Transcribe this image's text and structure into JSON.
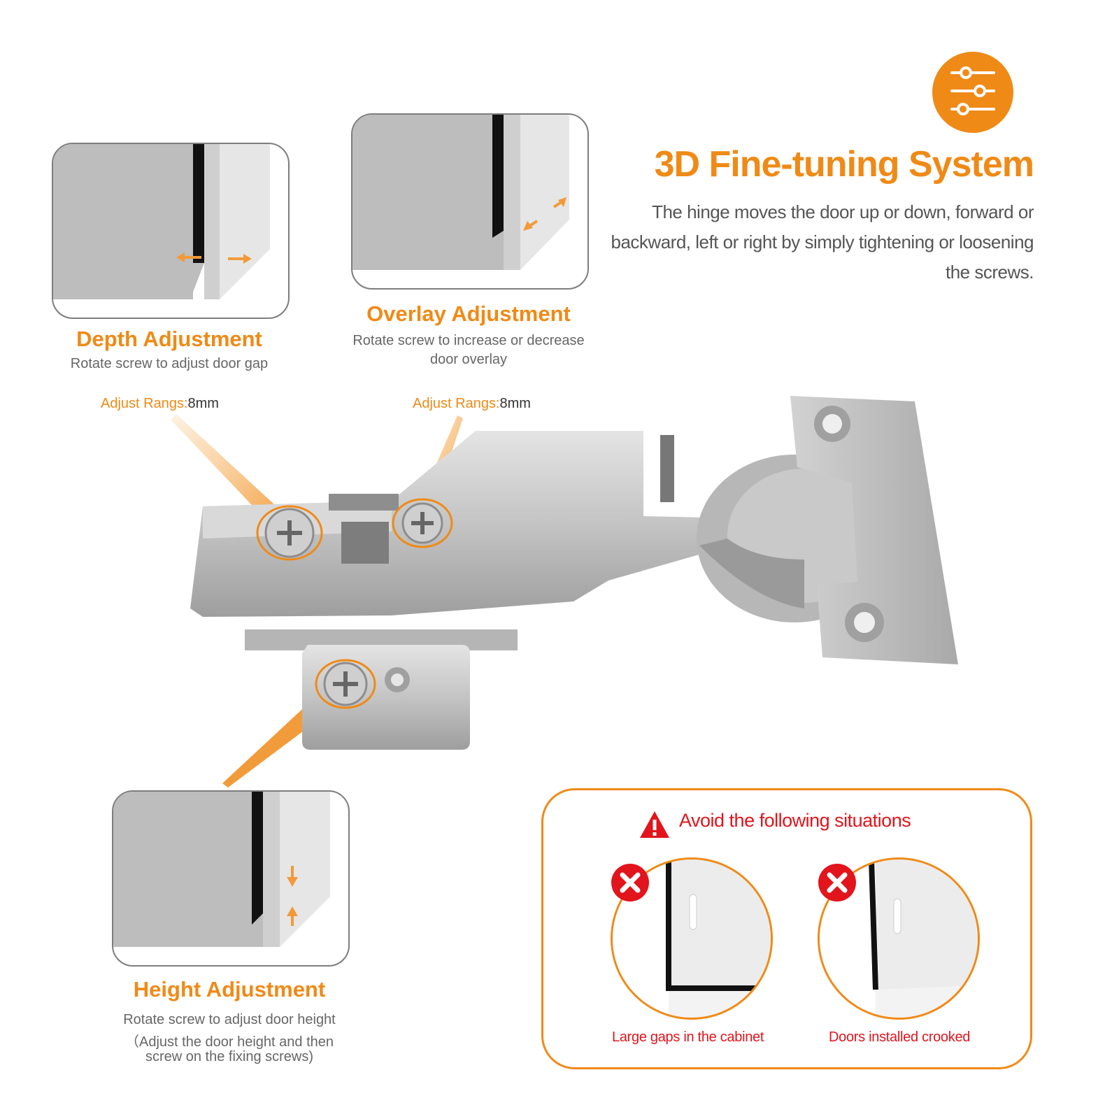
{
  "header": {
    "icon": "sliders-icon",
    "title": "3D Fine-tuning System",
    "description": "The hinge moves the door up or down, forward or backward, left or right by simply tightening or loosening the screws."
  },
  "depth": {
    "title": "Depth Adjustment",
    "description": "Rotate screw to adjust door gap",
    "range_key": "Adjust Rangs:",
    "range_value": "8mm"
  },
  "overlay": {
    "title": "Overlay Adjustment",
    "description": "Rotate screw to increase or decrease door overlay",
    "range_key": "Adjust Rangs:",
    "range_value": "8mm"
  },
  "height": {
    "title": "Height Adjustment",
    "description_1": "Rotate screw to adjust door height",
    "description_2": "（Adjust the door height and then",
    "description_3": "screw on the fixing screws)"
  },
  "avoid": {
    "icon": "warning-icon",
    "title": "Avoid the following situations",
    "cases": [
      {
        "label": "Large gaps in the cabinet",
        "icon": "error-x-icon"
      },
      {
        "label": "Doors installed crooked",
        "icon": "error-x-icon"
      }
    ]
  },
  "colors": {
    "accent": "#ef8a17",
    "warning": "#e2141c",
    "panel_grey": "#bdbdbd",
    "metal": "#c9c9c9"
  }
}
